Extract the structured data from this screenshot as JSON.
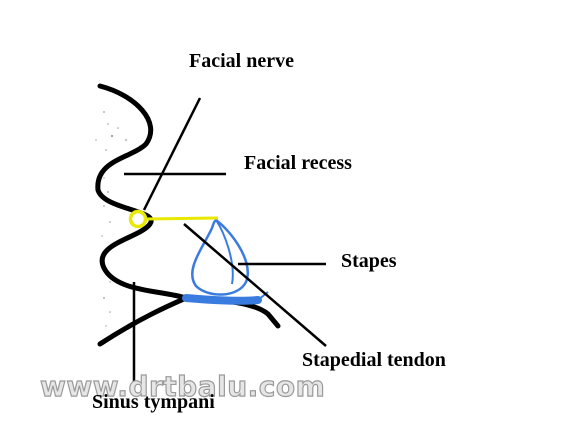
{
  "labels": {
    "facial_nerve": "Facial nerve",
    "facial_recess": "Facial recess",
    "stapes": "Stapes",
    "stapedial_tendon": "Stapedial tendon",
    "sinus_tympani": "Sinus tympani"
  },
  "watermark": "www.drtbalu.com",
  "colors": {
    "outline": "#000000",
    "stapes": "#3a7be0",
    "facial_nerve_ring": "#e8e800",
    "stapedial_tendon": "#e8e800",
    "background": "#ffffff"
  }
}
